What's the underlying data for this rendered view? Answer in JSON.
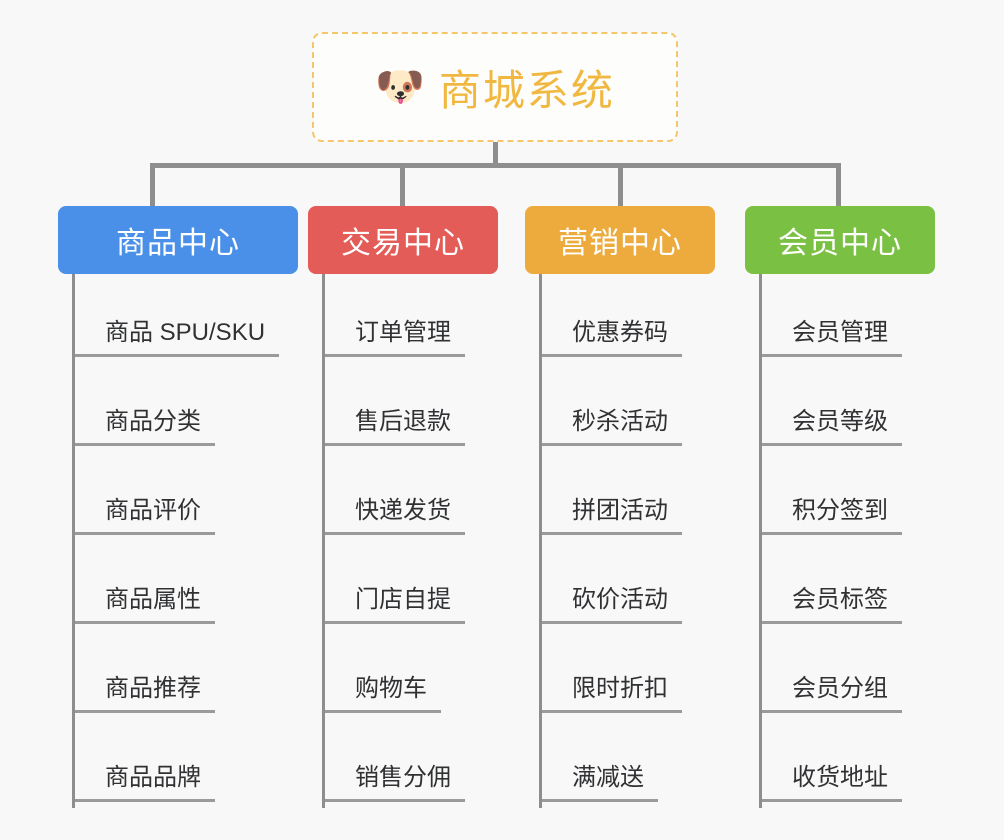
{
  "canvas": {
    "background": "#f8f8f8",
    "connector_color": "#8e8e8e"
  },
  "root": {
    "icon": "shiba-dog-emoji",
    "emoji": "🐶",
    "title": "商城系统",
    "text_color": "#f0b840",
    "border_color": "#f5c66a",
    "background": "#fdfdfb"
  },
  "columns": [
    {
      "id": "product-center",
      "label": "商品中心",
      "color": "#4a90e8",
      "items": [
        "商品 SPU/SKU",
        "商品分类",
        "商品评价",
        "商品属性",
        "商品推荐",
        "商品品牌"
      ]
    },
    {
      "id": "trade-center",
      "label": "交易中心",
      "color": "#e35c57",
      "items": [
        "订单管理",
        "售后退款",
        "快递发货",
        "门店自提",
        "购物车",
        "销售分佣"
      ]
    },
    {
      "id": "marketing-center",
      "label": "营销中心",
      "color": "#edab3e",
      "items": [
        "优惠券码",
        "秒杀活动",
        "拼团活动",
        "砍价活动",
        "限时折扣",
        "满减送"
      ]
    },
    {
      "id": "member-center",
      "label": "会员中心",
      "color": "#7ac143",
      "items": [
        "会员管理",
        "会员等级",
        "积分签到",
        "会员标签",
        "会员分组",
        "收货地址"
      ]
    }
  ]
}
